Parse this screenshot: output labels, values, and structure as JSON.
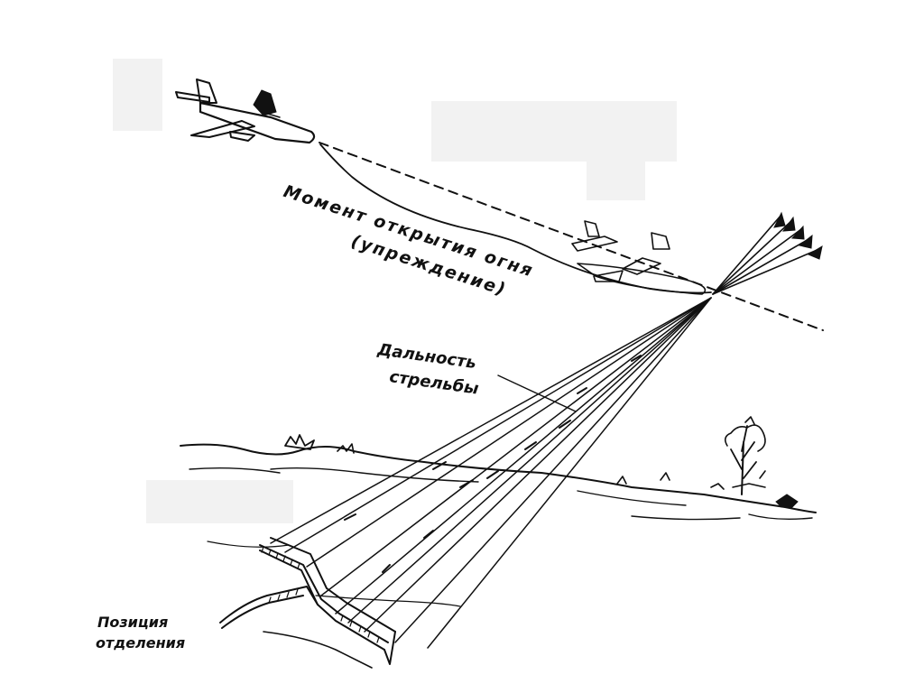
{
  "labels": {
    "moment_line1": "Момент открытия огня",
    "moment_line2": "(упреждение)",
    "range_line1": "Дальность",
    "range_line2": "стрельбы",
    "position_line1": "Позиция",
    "position_line2": "отделения"
  },
  "colors": {
    "ink": "#111111",
    "paper": "#ffffff",
    "blank_patch": "#f2f2f2"
  },
  "icons": [
    "aircraft-icon",
    "target-aircraft-icon",
    "tree-icon",
    "bush-icon"
  ]
}
